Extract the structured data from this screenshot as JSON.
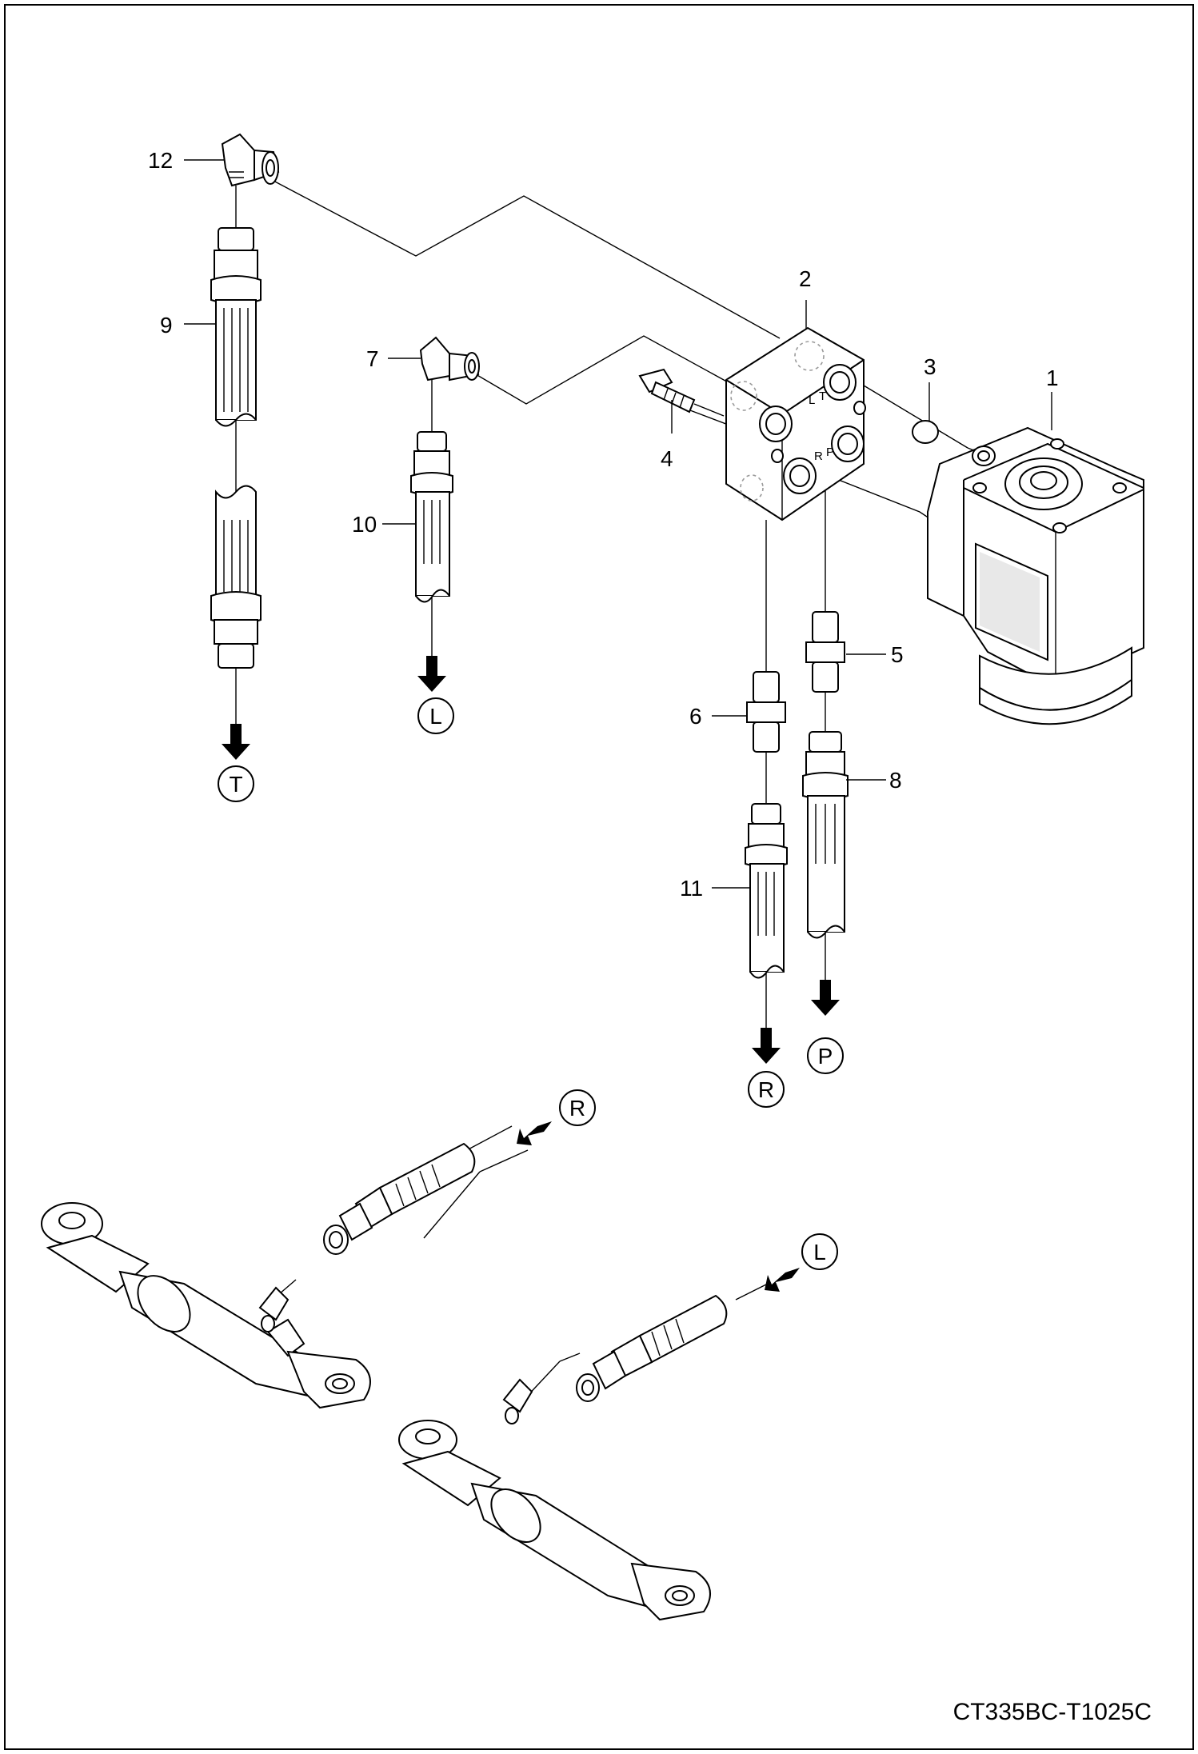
{
  "drawing_code": "CT335BC-T1025C",
  "callouts": [
    "1",
    "2",
    "3",
    "4",
    "5",
    "6",
    "7",
    "8",
    "9",
    "10",
    "11",
    "12"
  ],
  "ports": [
    "T",
    "L",
    "R",
    "P"
  ],
  "block_port_marks": [
    "L",
    "T",
    "R",
    "P"
  ]
}
